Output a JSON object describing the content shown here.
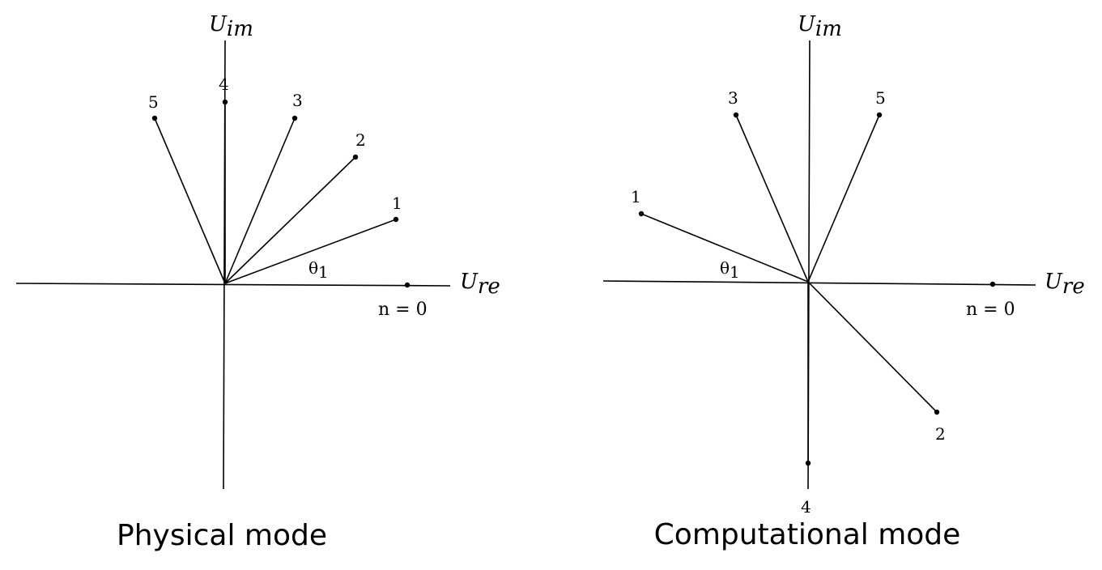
{
  "panels": [
    {
      "id": "physical",
      "caption": "Physical mode",
      "y_axis_label": "U",
      "y_axis_subscript": "im",
      "x_axis_label": "U",
      "x_axis_subscript": "re",
      "angle_label": "θ",
      "angle_subscript": "1",
      "n0_label": "n = 0",
      "points": [
        {
          "label": "1",
          "angle_deg": 18
        },
        {
          "label": "2",
          "angle_deg": 39
        },
        {
          "label": "3",
          "angle_deg": 69
        },
        {
          "label": "4",
          "angle_deg": 90
        },
        {
          "label": "5",
          "angle_deg": 112
        }
      ]
    },
    {
      "id": "computational",
      "caption": "Computational mode",
      "y_axis_label": "U",
      "y_axis_subscript": "im",
      "x_axis_label": "U",
      "x_axis_subscript": "re",
      "angle_label": "θ",
      "angle_subscript": "1",
      "n0_label": "n = 0",
      "points": [
        {
          "label": "1",
          "angle_deg": 162
        },
        {
          "label": "2",
          "angle_deg": -45
        },
        {
          "label": "3",
          "angle_deg": 112
        },
        {
          "label": "4",
          "angle_deg": -90
        },
        {
          "label": "5",
          "angle_deg": 67
        }
      ]
    }
  ]
}
